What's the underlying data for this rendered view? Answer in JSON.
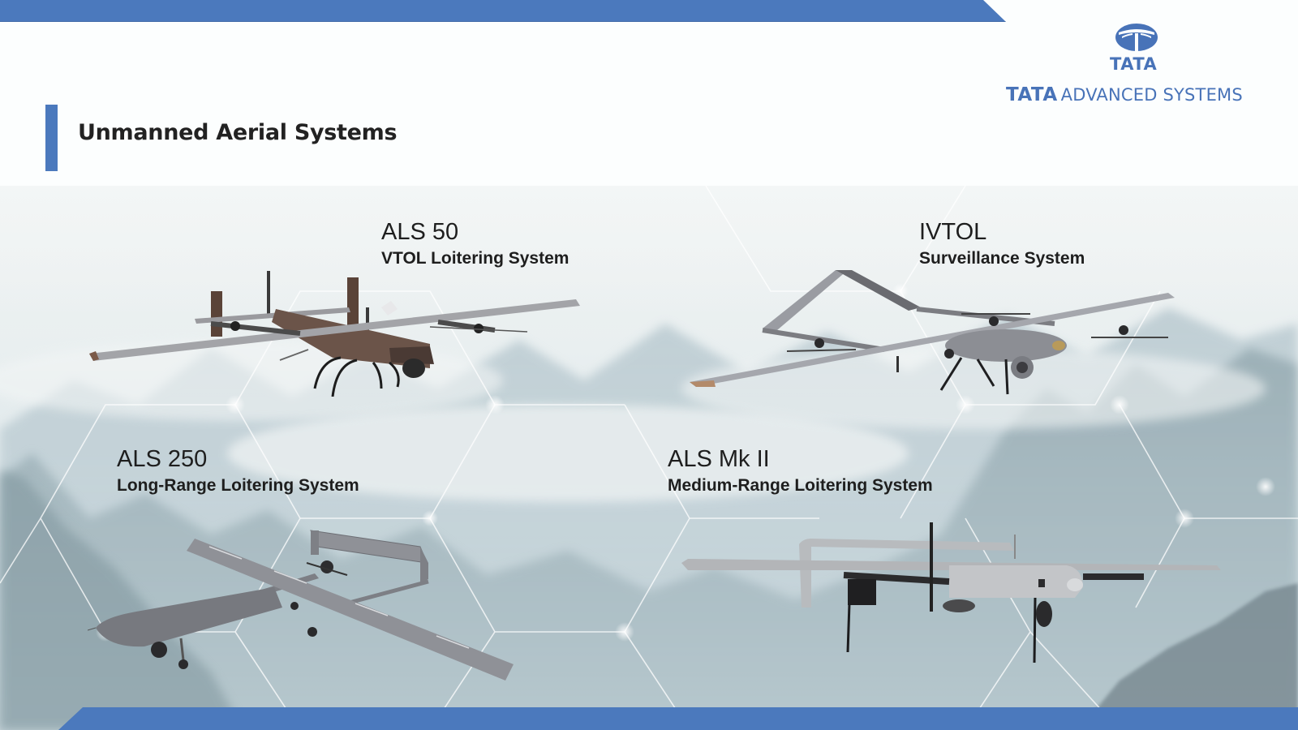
{
  "header": {
    "title": "Unmanned Aerial Systems"
  },
  "logo": {
    "emblem": "tata-emblem-icon",
    "wordmark": "TATA",
    "company_brand": "TATA",
    "company_rest": "ADVANCED SYSTEMS"
  },
  "products": [
    {
      "name": "ALS 50",
      "description": "VTOL Loitering System",
      "image": "als-50-drone"
    },
    {
      "name": "IVTOL",
      "description": "Surveillance System",
      "image": "ivtol-drone"
    },
    {
      "name": "ALS 250",
      "description": "Long-Range Loitering System",
      "image": "als-250-drone"
    },
    {
      "name": "ALS Mk II",
      "description": "Medium-Range Loitering System",
      "image": "als-mk-ii-drone"
    }
  ],
  "colors": {
    "accent": "#4b79bd",
    "logo_blue": "#4873b8",
    "title_text": "#222222"
  }
}
